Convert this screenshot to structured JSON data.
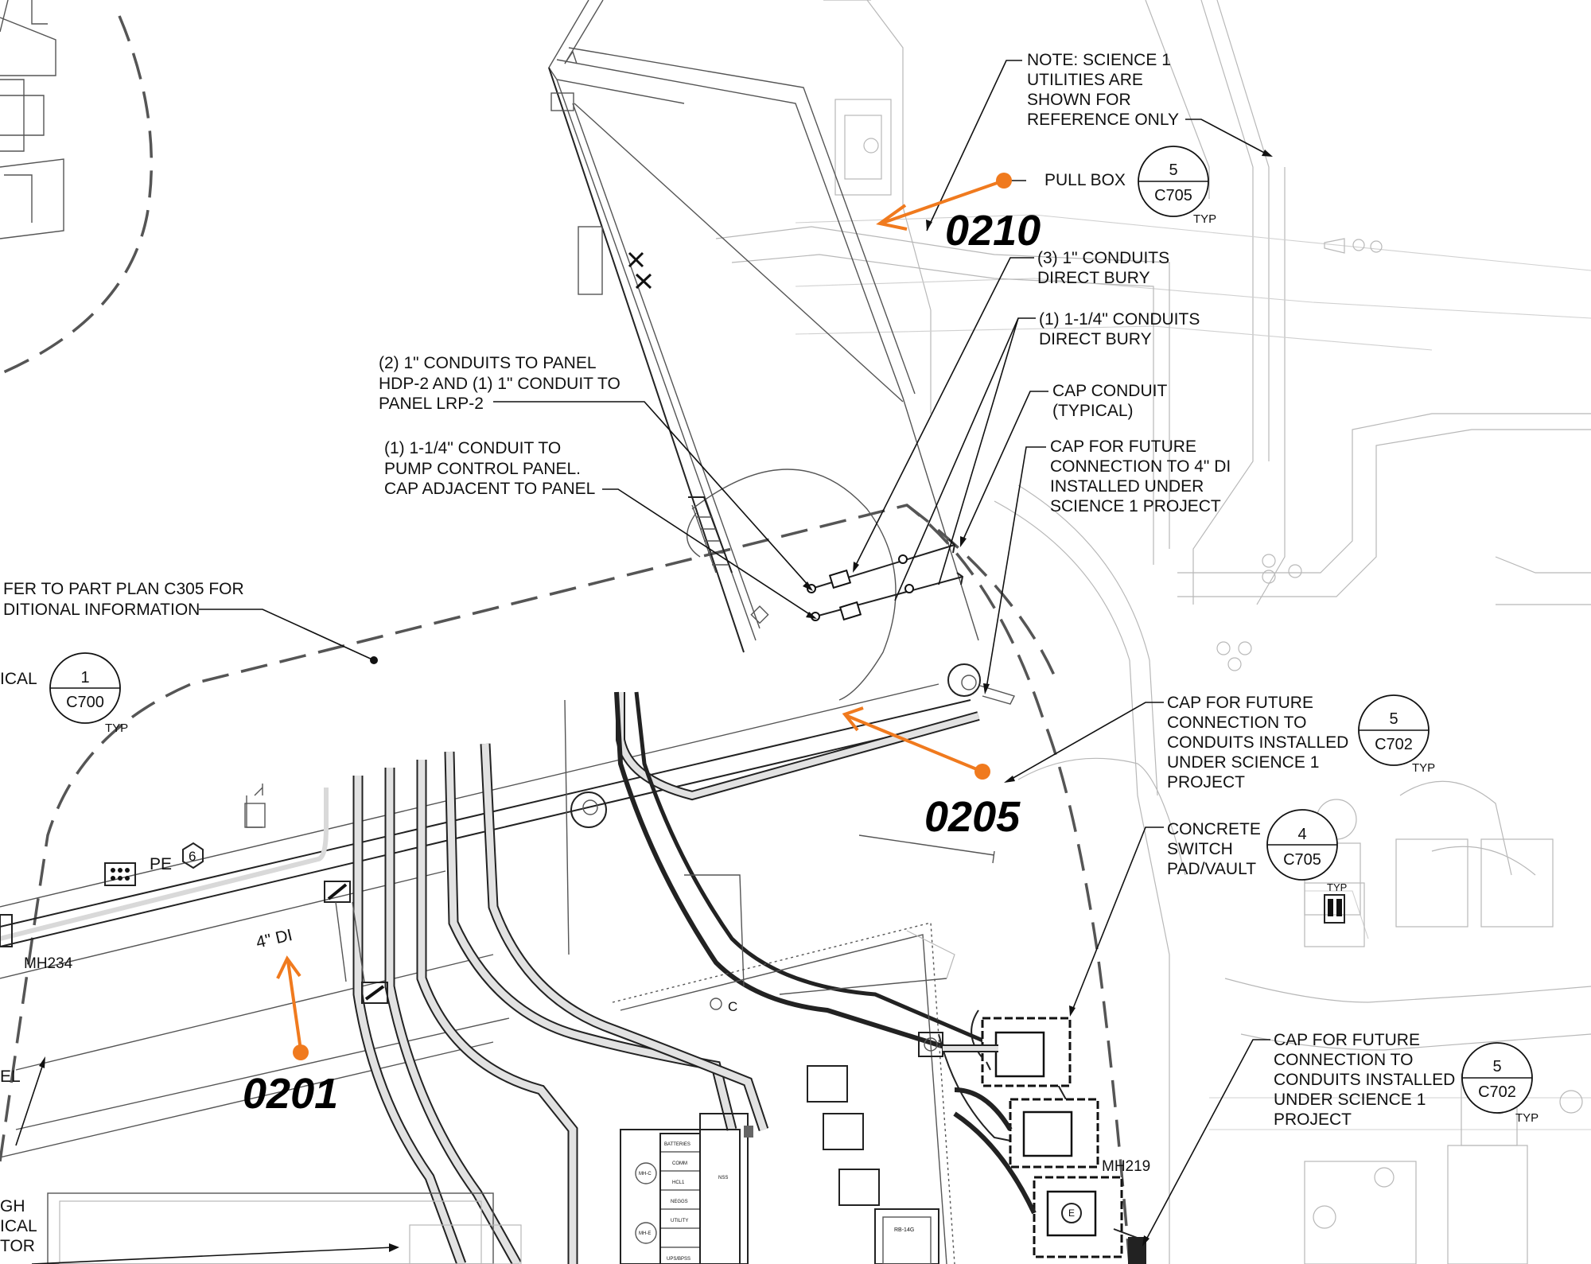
{
  "drawing": {
    "notes": {
      "science_note": [
        "NOTE: SCIENCE 1",
        "UTILITIES ARE",
        "SHOWN FOR",
        "REFERENCE ONLY"
      ],
      "pull_box": "PULL BOX",
      "three_conduits": [
        "(3) 1\" CONDUITS",
        "DIRECT BURY"
      ],
      "one_conduit_bury": [
        "(1) 1-1/4\" CONDUITS",
        "DIRECT BURY"
      ],
      "cap_conduit": [
        "CAP CONDUIT",
        "(TYPICAL)"
      ],
      "cap_future_4di": [
        "CAP FOR FUTURE",
        "CONNECTION TO 4\" DI",
        "INSTALLED UNDER",
        "SCIENCE 1 PROJECT"
      ],
      "two_conduits_panel": [
        "(2) 1\" CONDUITS TO PANEL",
        "HDP-2 AND (1) 1\" CONDUIT TO",
        "PANEL LRP-2"
      ],
      "pump_panel": [
        "(1) 1-1/4\" CONDUIT TO",
        "PUMP CONTROL PANEL.",
        "CAP ADJACENT TO PANEL"
      ],
      "refer_part_plan": [
        "FER TO PART PLAN C305 FOR",
        "DITIONAL INFORMATION"
      ],
      "cap_future_a": [
        "CAP FOR FUTURE",
        "CONNECTION TO",
        "CONDUITS INSTALLED",
        "UNDER SCIENCE 1",
        "PROJECT"
      ],
      "concrete_switch": [
        "CONCRETE",
        "SWITCH",
        "PAD/VAULT"
      ],
      "cap_future_b": [
        "CAP FOR FUTURE",
        "CONNECTION TO",
        "CONDUITS INSTALLED",
        "UNDER SCIENCE 1",
        "PROJECT"
      ],
      "left_ical": "ICAL",
      "left_el": "EL",
      "left_bottom": [
        "GH",
        "ICAL",
        "TOR"
      ],
      "four_di": "4\" DI",
      "pe_tag": "PE",
      "pe_num": "6",
      "mh234": "MH234",
      "mh219": "MH219",
      "c_mark": "C",
      "typ_small": "TYP"
    },
    "detail_bubbles": [
      {
        "num": "5",
        "sheet": "C705",
        "typ": "TYP"
      },
      {
        "num": "1",
        "sheet": "C700",
        "typ": "TYP"
      },
      {
        "num": "5",
        "sheet": "C702",
        "typ": "TYP"
      },
      {
        "num": "4",
        "sheet": "C705",
        "typ": ""
      },
      {
        "num": "5",
        "sheet": "C702",
        "typ": "TYP"
      }
    ],
    "callouts": [
      "0210",
      "0205",
      "0201"
    ],
    "equipment_labels": [
      "BATTERIES",
      "COMM",
      "HCL1",
      "NEGGS",
      "UTILITY",
      "UPS/BPSS",
      "NSS",
      "MH-C",
      "MH-E",
      "RB-14G",
      "E"
    ],
    "accent_color": "#F07A1E"
  }
}
